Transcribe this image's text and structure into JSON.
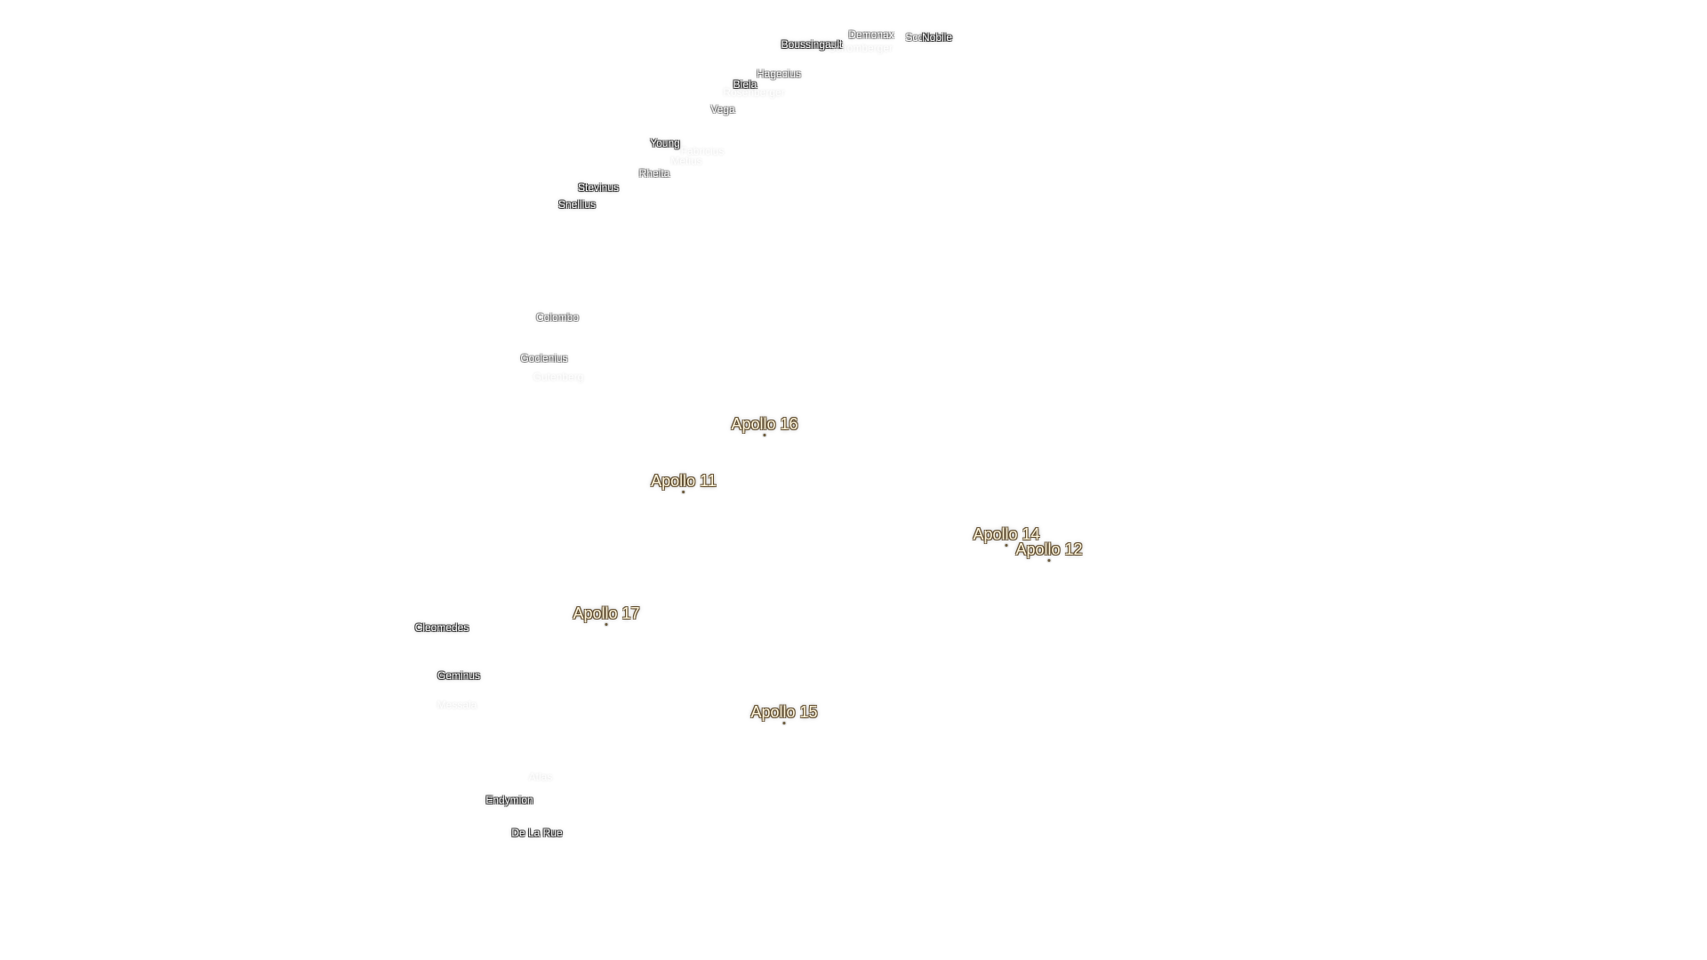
{
  "craters": [
    {
      "name": "Boussingault",
      "style": "normal"
    },
    {
      "name": "Demonax",
      "style": "faint"
    },
    {
      "name": "Schomberger",
      "style": "veryfaint"
    },
    {
      "name": "Scott",
      "style": "faint"
    },
    {
      "name": "Nobile",
      "style": "normal"
    },
    {
      "name": "Hagecius",
      "style": "faint"
    },
    {
      "name": "Biela",
      "style": "normal"
    },
    {
      "name": "Rosenberger",
      "style": "veryfaint"
    },
    {
      "name": "Vega",
      "style": "faint"
    },
    {
      "name": "Young",
      "style": "normal"
    },
    {
      "name": "Fabricius",
      "style": "veryfaint"
    },
    {
      "name": "Metius",
      "style": "veryfaint"
    },
    {
      "name": "Rheita",
      "style": "faint"
    },
    {
      "name": "Stevinus",
      "style": "normal"
    },
    {
      "name": "Snellius",
      "style": "normal"
    },
    {
      "name": "Colombo",
      "style": "faint"
    },
    {
      "name": "Goclenius",
      "style": "faint"
    },
    {
      "name": "Gutenberg",
      "style": "veryfaint"
    },
    {
      "name": "Cleomedes",
      "style": "normal"
    },
    {
      "name": "Geminus",
      "style": "normal"
    },
    {
      "name": "Messala",
      "style": "veryfaint"
    },
    {
      "name": "Atlas",
      "style": "veryfaint"
    },
    {
      "name": "Endymion",
      "style": "normal"
    },
    {
      "name": "De La Rue",
      "style": "normal"
    }
  ],
  "apollo_sites": [
    {
      "name": "Apollo 16"
    },
    {
      "name": "Apollo 11"
    },
    {
      "name": "Apollo 14"
    },
    {
      "name": "Apollo 12"
    },
    {
      "name": "Apollo 17"
    },
    {
      "name": "Apollo 15"
    }
  ],
  "colors": {
    "background": "#ffffff",
    "crater_text": "#ffffff",
    "apollo_text": "#fff6dc",
    "apollo_outline": "#5a4628"
  }
}
